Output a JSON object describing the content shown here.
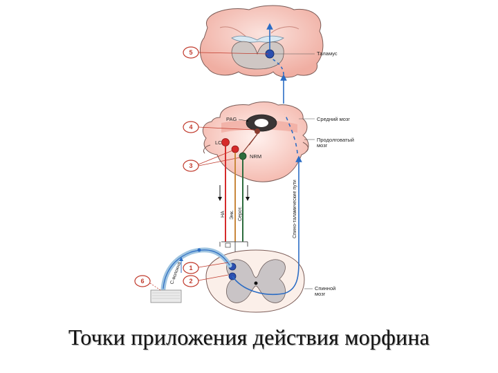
{
  "caption": "Точки приложения действия морфина",
  "markers": {
    "m1": "1",
    "m2": "2",
    "m3": "3",
    "m4": "4",
    "m5": "5",
    "m6": "6"
  },
  "labels": {
    "thalamus": "Таламус",
    "midbrain": "Средний мозг",
    "medulla": "Продолговатый мозг",
    "spinal_cord": "Спинной мозг",
    "pag": "PAG",
    "lc": "LC",
    "nrm": "NRM",
    "na": "НА",
    "enk": "Энк.",
    "serot": "Серот.",
    "spinothalamic": "Спино-таламические пути",
    "c_fiber": "С-волокна"
  },
  "colors": {
    "tissue": "#f6c4bb",
    "tissue_edge": "#7a5a55",
    "gray_matter": "#c9c4c6",
    "pathway_blue": "#2b6cc4",
    "marker_red": "#c0392b",
    "neuron_red": "#d62a2a",
    "neuron_green": "#2c6b3c",
    "neuron_brown": "#8a3b2e"
  }
}
